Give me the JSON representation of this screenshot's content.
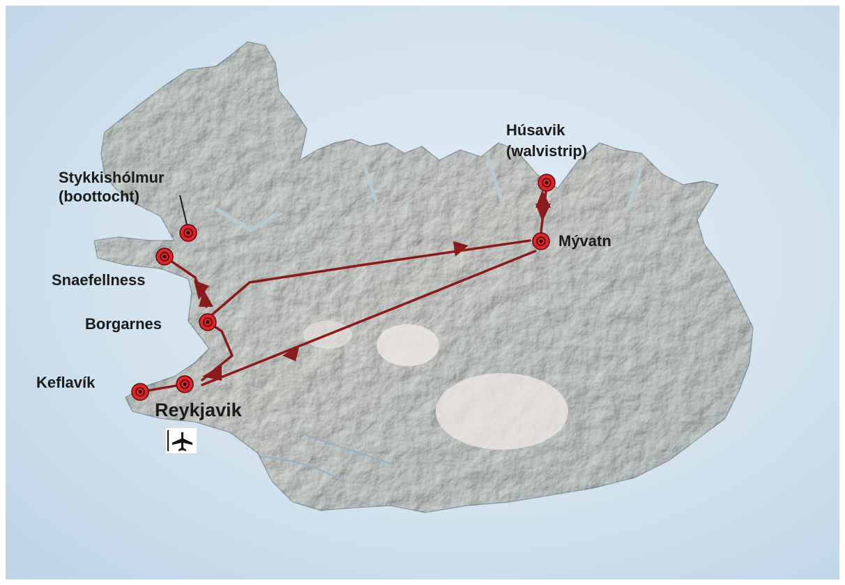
{
  "map": {
    "land_color": "#d8dfdb",
    "sea_color": "#cfe0ee",
    "route_color": "#8b1a1a",
    "marker_fill": "#e0252a",
    "places": [
      {
        "id": "keflavik",
        "label": "Keflavík"
      },
      {
        "id": "reykjavik",
        "label": "Reykjavik"
      },
      {
        "id": "borgarnes",
        "label": "Borgarnes"
      },
      {
        "id": "snaefellsnes",
        "label": "Snaefellness"
      },
      {
        "id": "stykkisholmur",
        "label": "Stykkishólmur",
        "sublabel": "(boottocht)"
      },
      {
        "id": "myvatn",
        "label": "Mývatn"
      },
      {
        "id": "husavik",
        "label": "Húsavik",
        "sublabel": "(walvistrip)"
      }
    ],
    "icons": [
      {
        "name": "airplane-icon",
        "near": "reykjavik"
      }
    ]
  }
}
